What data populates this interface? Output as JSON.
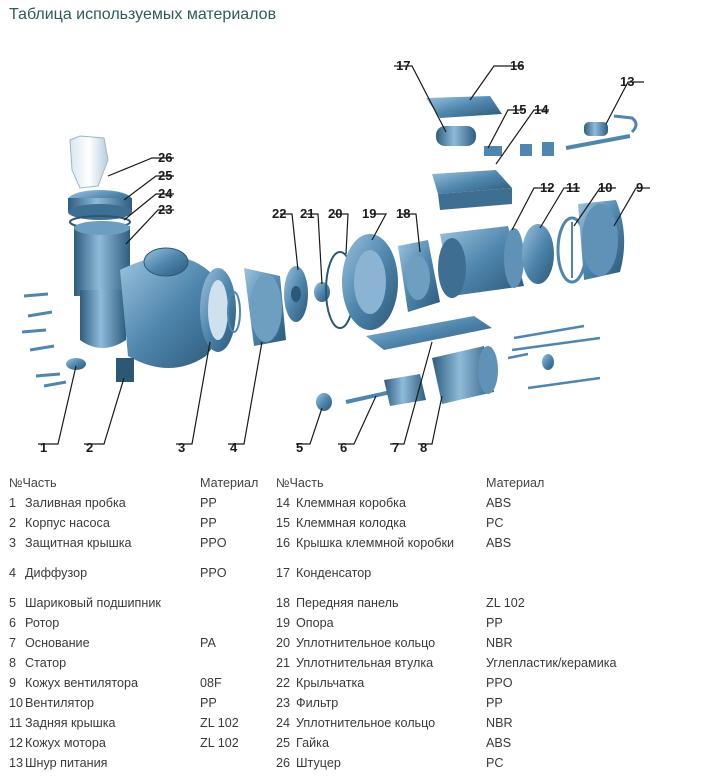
{
  "title": "Таблица используемых материалов",
  "diagram": {
    "callouts": [
      "1",
      "2",
      "3",
      "4",
      "5",
      "6",
      "7",
      "8",
      "9",
      "10",
      "11",
      "12",
      "13",
      "14",
      "15",
      "16",
      "17",
      "18",
      "19",
      "20",
      "21",
      "22",
      "23",
      "24",
      "25",
      "26"
    ],
    "colors": {
      "part_fill": "#4a7fa6",
      "part_light": "#8bb4d2",
      "part_dark": "#2c5876",
      "accent": "#2d5c58"
    }
  },
  "table": {
    "headers": {
      "num_part": "№Часть",
      "material": "Материал"
    },
    "left": [
      {
        "num": "1",
        "part": "Заливная пробка",
        "material": "PP"
      },
      {
        "num": "2",
        "part": "Корпус насоса",
        "material": "PP"
      },
      {
        "num": "3",
        "part": "Защитная крышка",
        "material": "PPO"
      },
      {
        "num": "4",
        "part": "Диффузор",
        "material": "PPO"
      },
      {
        "num": "5",
        "part": "Шариковый подшипник",
        "material": ""
      },
      {
        "num": "6",
        "part": "Ротор",
        "material": ""
      },
      {
        "num": "7",
        "part": "Основание",
        "material": "PA"
      },
      {
        "num": "8",
        "part": "Статор",
        "material": ""
      },
      {
        "num": "9",
        "part": "Кожух вентилятора",
        "material": "08F"
      },
      {
        "num": "10",
        "part": "Вентилятор",
        "material": "PP"
      },
      {
        "num": "11",
        "part": "Задняя крышка",
        "material": "ZL 102"
      },
      {
        "num": "12",
        "part": "Кожух мотора",
        "material": "ZL 102"
      },
      {
        "num": "13",
        "part": "Шнур питания",
        "material": ""
      }
    ],
    "right": [
      {
        "num": "14",
        "part": "Клеммная коробка",
        "material": "ABS"
      },
      {
        "num": "15",
        "part": "Клеммная колодка",
        "material": "PC"
      },
      {
        "num": "16",
        "part": "Крышка клеммной коробки",
        "material": "ABS"
      },
      {
        "num": "17",
        "part": "Конденсатор",
        "material": ""
      },
      {
        "num": "18",
        "part": "Передняя панель",
        "material": "ZL 102"
      },
      {
        "num": "19",
        "part": "Опора",
        "material": "PP"
      },
      {
        "num": "20",
        "part": "Уплотнительное кольцо",
        "material": "NBR"
      },
      {
        "num": "21",
        "part": "Уплотнительная втулка",
        "material": "Углепластик/керамика"
      },
      {
        "num": "22",
        "part": "Крыльчатка",
        "material": "PPO"
      },
      {
        "num": "23",
        "part": "Фильтр",
        "material": "PP"
      },
      {
        "num": "24",
        "part": "Уплотнительное кольцо",
        "material": "NBR"
      },
      {
        "num": "25",
        "part": "Гайка",
        "material": "ABS"
      },
      {
        "num": "26",
        "part": "Штуцер",
        "material": "PC"
      }
    ]
  }
}
